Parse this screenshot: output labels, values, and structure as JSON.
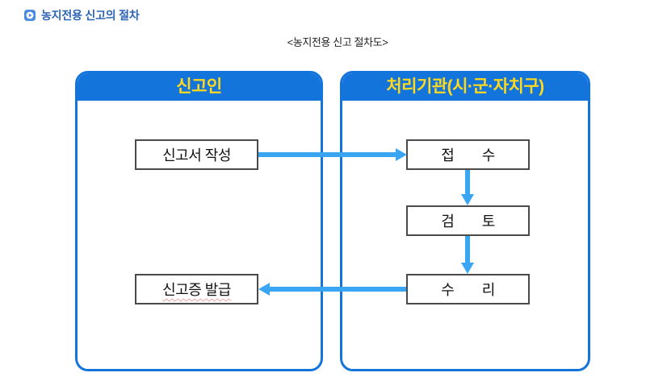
{
  "page": {
    "title": "농지전용 신고의 절차",
    "title_icon": "play-badge-icon",
    "subtitle": "<농지전용 신고 절차도>"
  },
  "diagram": {
    "left_panel": {
      "header": "신고인",
      "boxes": [
        {
          "label": "신고서 작성"
        },
        {
          "label": "신고증 발급",
          "note": "red wavy spellcheck underline"
        }
      ]
    },
    "right_panel": {
      "header": "처리기관(시·군·자치구)",
      "boxes": [
        {
          "label": "접 수"
        },
        {
          "label": "검 토"
        },
        {
          "label": "수 리"
        }
      ]
    },
    "connections": [
      "신고서 작성 → 접 수 (right arrow)",
      "접 수 → 검 토 (down arrow)",
      "검 토 → 수 리 (down arrow)",
      "수 리 → 신고증 발급 (left arrow)"
    ],
    "colors": {
      "panel_blue": "#1374dc",
      "header_yellow": "#ffd91c",
      "arrow_blue": "#3aa5f2",
      "title_blue": "#2b63b8",
      "box_border": "#4a4a4a",
      "squiggle_red": "#f0a0a0",
      "caption_black": "#1f1f1f"
    }
  }
}
